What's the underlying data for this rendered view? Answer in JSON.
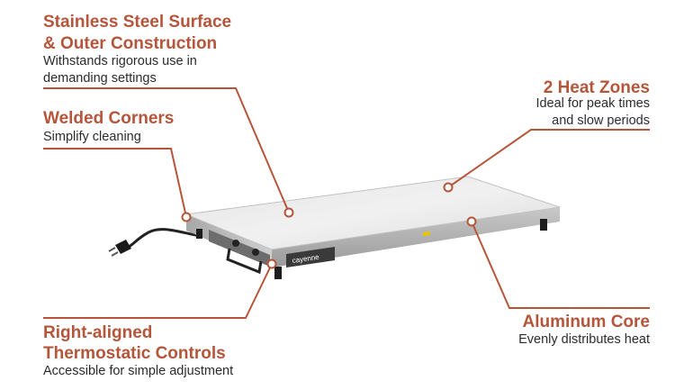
{
  "callouts": {
    "stainless": {
      "title_line1": "Stainless Steel Surface",
      "title_line2": "& Outer Construction",
      "desc_line1": "Withstands rigorous use in",
      "desc_line2": "demanding settings"
    },
    "welded": {
      "title": "Welded Corners",
      "desc": "Simplify cleaning"
    },
    "heat_zones": {
      "title": "2 Heat Zones",
      "desc_line1": "Ideal for peak times",
      "desc_line2": "and slow periods"
    },
    "thermostatic": {
      "title_line1": "Right-aligned",
      "title_line2": "Thermostatic Controls",
      "desc": "Accessible for simple adjustment"
    },
    "aluminum": {
      "title": "Aluminum Core",
      "desc": "Evenly distributes heat"
    }
  },
  "product": {
    "brand_label": "cayenne"
  },
  "colors": {
    "accent": "#b5553a",
    "line": "#b5553a",
    "text": "#2c2c2c"
  }
}
